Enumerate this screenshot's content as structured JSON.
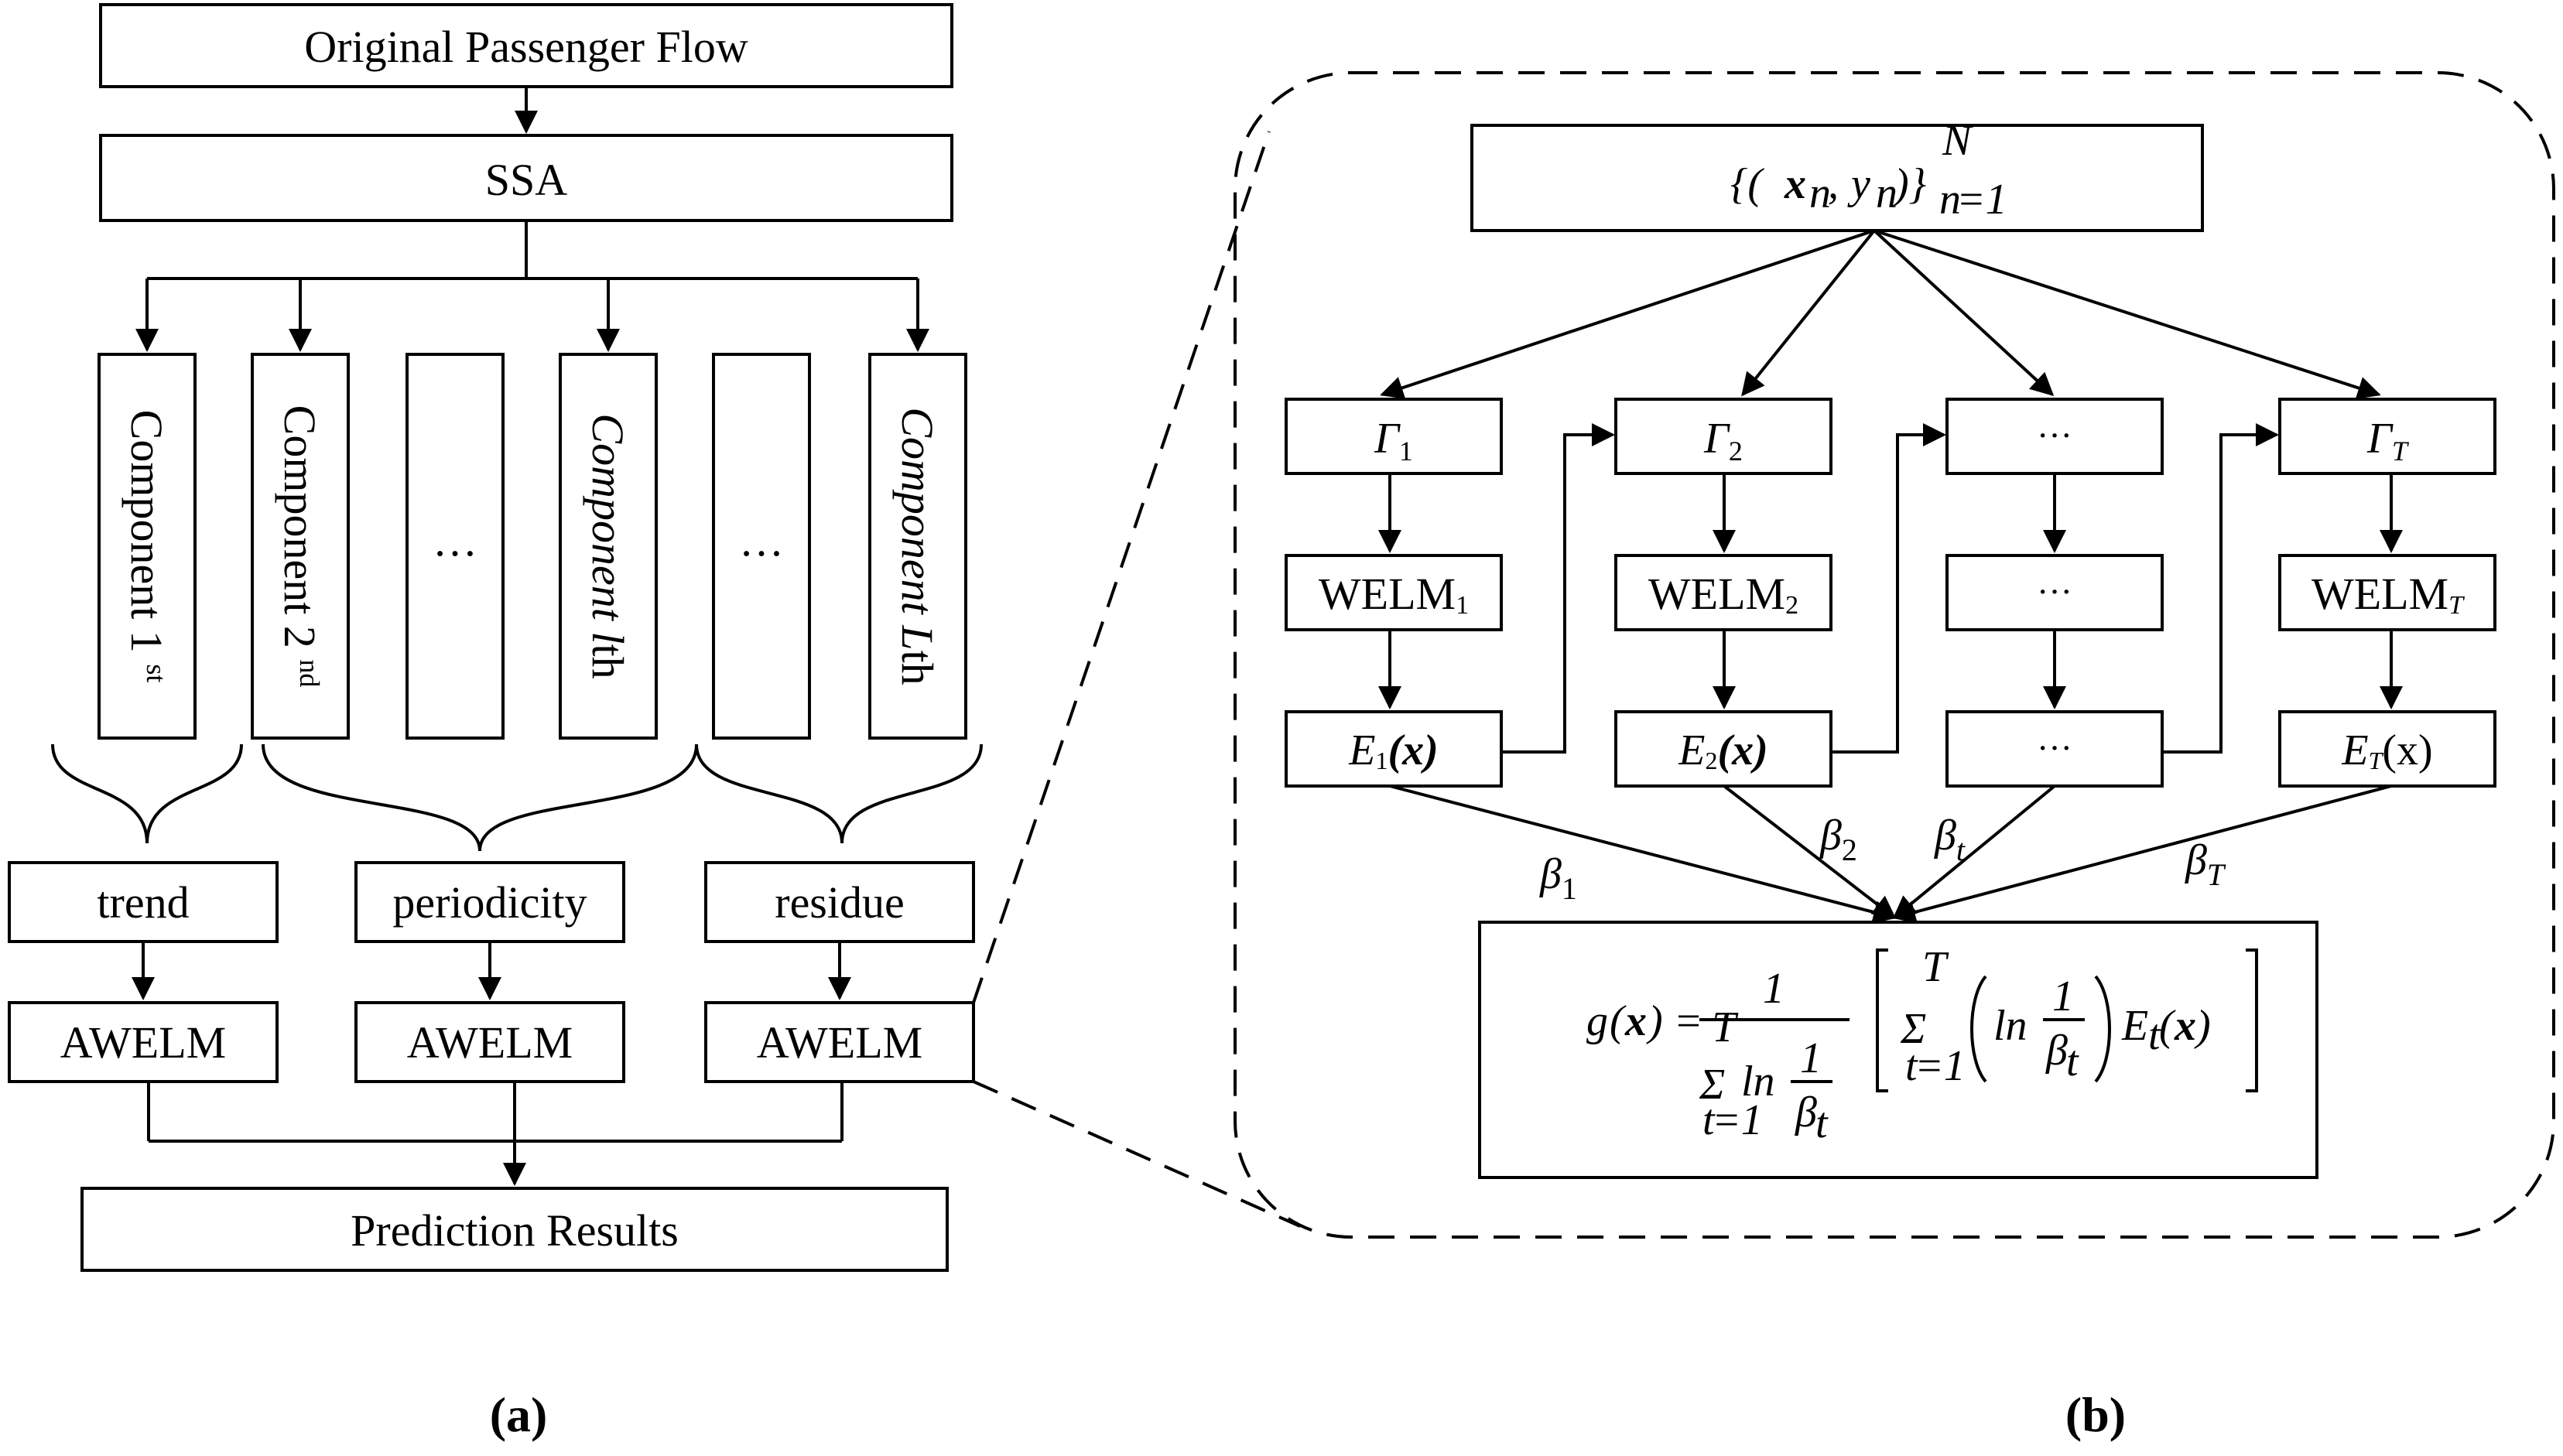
{
  "panel_a": {
    "original": "Original Passenger Flow",
    "ssa": "SSA",
    "components": [
      "Component 1",
      "Component 2",
      "…",
      "Component l",
      "…",
      "Component L"
    ],
    "comp1_sup": "st",
    "comp2_sup": "nd",
    "comp_th": "th",
    "groups": [
      "trend",
      "periodicity",
      "residue"
    ],
    "models": [
      "AWELM",
      "AWELM",
      "AWELM"
    ],
    "result": "Prediction Results",
    "caption": "(a)"
  },
  "panel_b": {
    "caption": "(b)",
    "ellipsis": "···",
    "gamma": [
      "Γ",
      "Γ",
      "Γ"
    ],
    "gamma_sub": [
      "1",
      "2",
      "T"
    ],
    "welm": "WELM",
    "welm_sub": [
      "1",
      "2",
      "T"
    ],
    "e_letter": "E",
    "e_sub": [
      "1",
      "2",
      "T"
    ],
    "e_arg": "(x)",
    "beta": "β",
    "beta_sub": [
      "1",
      "2",
      "t",
      "T"
    ],
    "data_set": "{(x_n, y_n)}_{n=1}^N",
    "formula": "g(x) = 1 / (Σ_{t=1}^T ln 1/β_t) · [ Σ_{t=1}^T ( ln 1/β_t ) E_t(x) ]"
  }
}
